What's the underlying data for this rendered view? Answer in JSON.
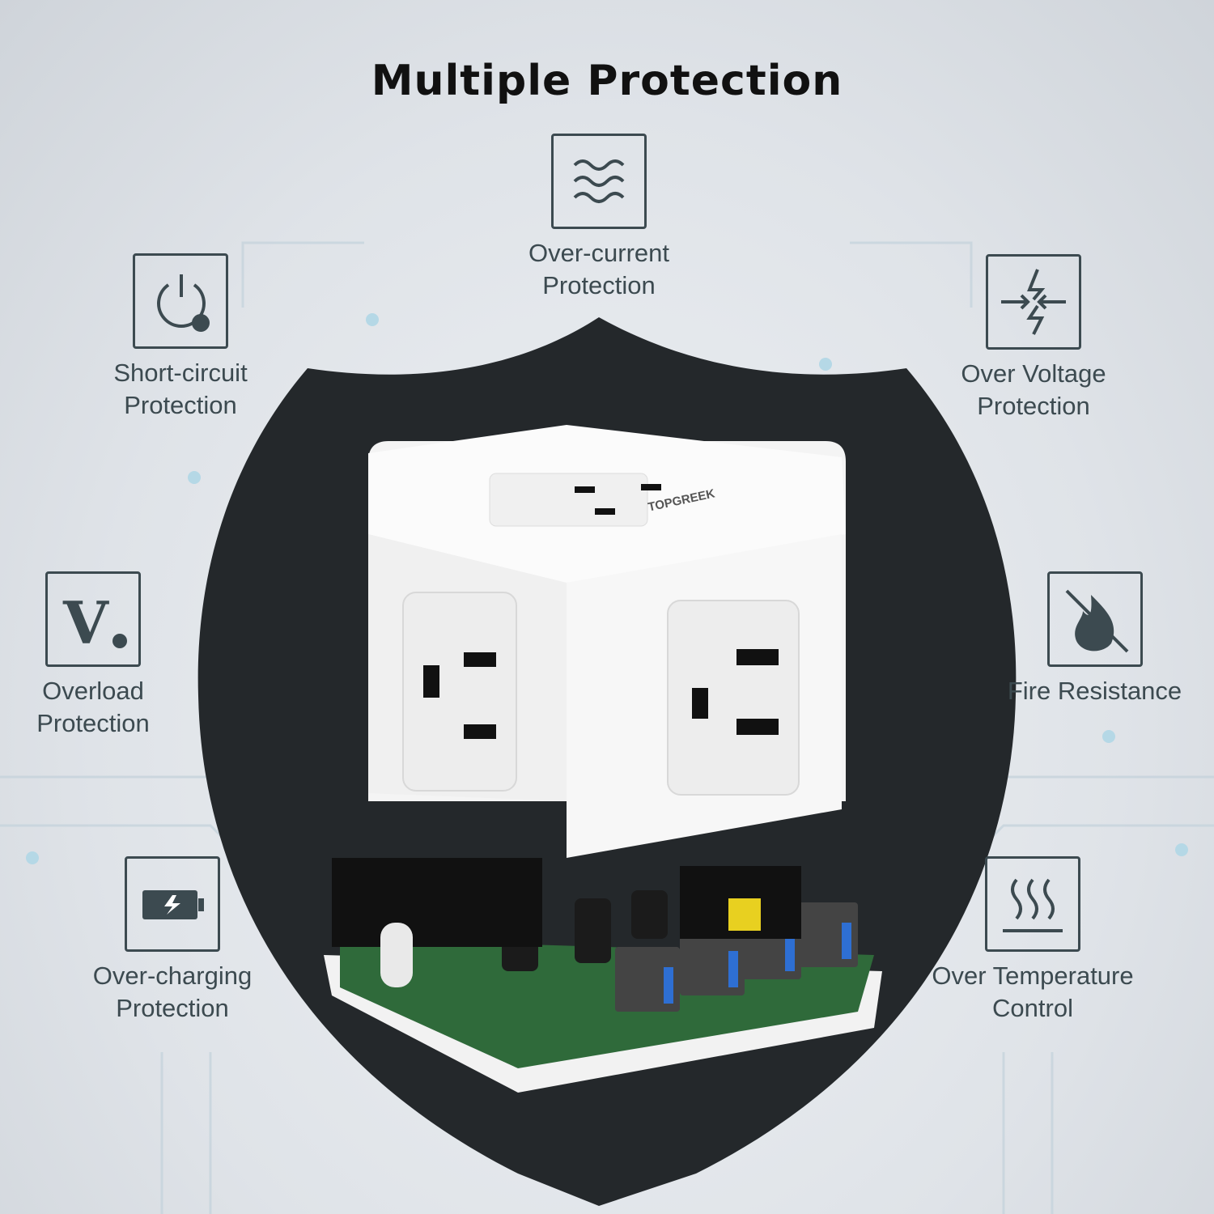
{
  "title": "Multiple Protection",
  "features": [
    {
      "icon": "waves-icon",
      "label_line1": "Over-current",
      "label_line2": "Protection"
    },
    {
      "icon": "power-off-icon",
      "label_line1": "Short-circuit",
      "label_line2": "Protection"
    },
    {
      "icon": "lightning-arrows-icon",
      "label_line1": "Over Voltage",
      "label_line2": "Protection"
    },
    {
      "icon": "voltage-x-icon",
      "label_line1": "Overload",
      "label_line2": "Protection"
    },
    {
      "icon": "no-fire-icon",
      "label_line1": "Fire Resistance",
      "label_line2": ""
    },
    {
      "icon": "battery-charging-icon",
      "label_line1": "Over-charging",
      "label_line2": "Protection"
    },
    {
      "icon": "heat-icon",
      "label_line1": "Over Temperature",
      "label_line2": "Control"
    }
  ],
  "product": {
    "brand": "TOPGREEK"
  },
  "colors": {
    "icon": "#3c4a50",
    "shield": "#24282b",
    "background": "#e3e7eb"
  }
}
